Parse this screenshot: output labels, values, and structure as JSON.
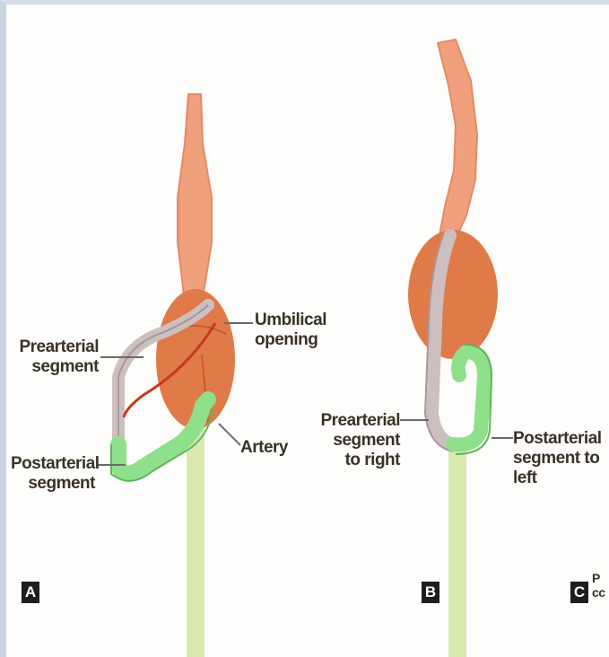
{
  "panel_a": {
    "tag": "A",
    "label_prearterial": "Prearterial\nsegment",
    "label_umbilical": "Umbilical\nopening",
    "label_postarterial": "Postarterial\nsegment",
    "label_artery": "Artery"
  },
  "panel_b": {
    "tag": "B",
    "label_prearterial_right": "Prearterial\nsegment\nto right",
    "label_postarterial_left": "Postarterial\nsegment to left"
  },
  "panel_c": {
    "tag": "C",
    "label_partial": "P\ncc"
  },
  "colors": {
    "stomach": "#f0a07c",
    "mass": "#e07a48",
    "gut_loop": "#cdbfbf",
    "postarterial": "#8fe08a",
    "artery": "#d8eab0",
    "leader": "#6b6b6b"
  }
}
